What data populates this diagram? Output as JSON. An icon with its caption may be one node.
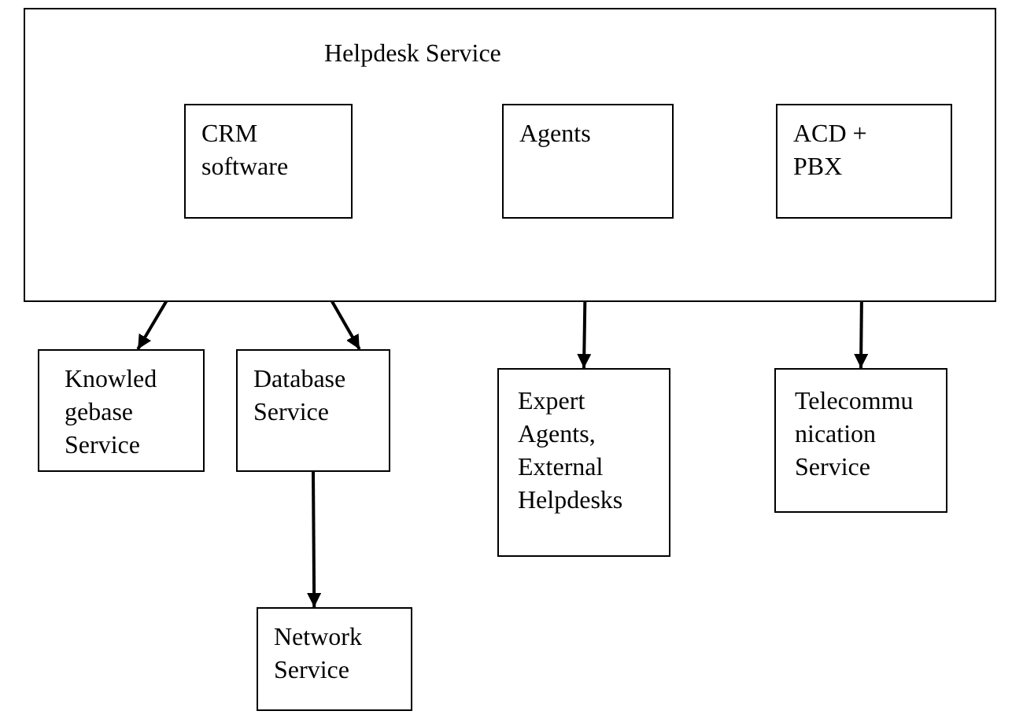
{
  "diagram": {
    "nodes": [
      {
        "text": [
          "Helpdesk Service"
        ]
      },
      {
        "text": [
          "CRM software"
        ],
        "in": 0
      },
      {
        "text": [
          "Agents"
        ],
        "in": 0
      },
      {
        "text": [
          "ACD + PBX"
        ],
        "in": 0
      },
      {
        "text": [
          "Knowled gebase Service"
        ]
      },
      {
        "text": [
          "Database Service"
        ]
      },
      {
        "text": [
          "Expert Agents, External Helpdesks"
        ]
      },
      {
        "text": [
          "Telecommu nication Service"
        ]
      },
      {
        "text": [
          "Network Service"
        ]
      }
    ],
    "edges": [
      {
        "from": 1,
        "to": 4,
        "arrow": "to"
      },
      {
        "from": 1,
        "to": 5,
        "arrow": "to"
      },
      {
        "from": 2,
        "to": 6,
        "arrow": "to"
      },
      {
        "from": 3,
        "to": 7,
        "arrow": "to"
      },
      {
        "from": 5,
        "to": 8,
        "arrow": "to"
      }
    ]
  }
}
